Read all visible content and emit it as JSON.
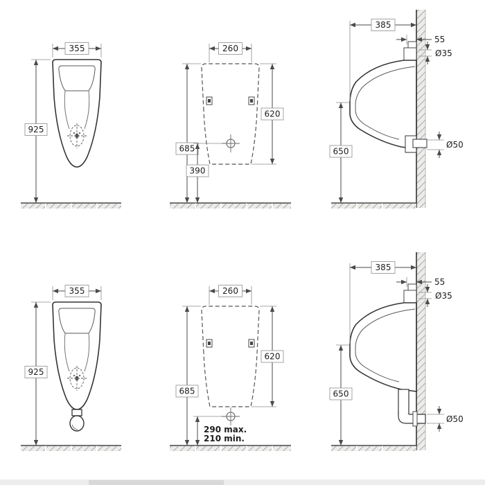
{
  "drawing": {
    "top": {
      "front": {
        "width": "355",
        "height": "925"
      },
      "install": {
        "width": "260",
        "height_right": "620",
        "height_left": "685",
        "drain_height": "390"
      },
      "side": {
        "depth": "385",
        "inlet_offset": "55",
        "inlet_dia": "Ø35",
        "height": "650",
        "outlet_dia": "Ø50"
      }
    },
    "bottom": {
      "front": {
        "width": "355",
        "height": "925"
      },
      "install": {
        "width": "260",
        "height_right": "620",
        "height_left": "685",
        "drain_max": "290 max.",
        "drain_min": "210 min."
      },
      "side": {
        "depth": "385",
        "inlet_offset": "55",
        "inlet_dia": "Ø35",
        "height": "650",
        "outlet_dia": "Ø50"
      }
    }
  }
}
